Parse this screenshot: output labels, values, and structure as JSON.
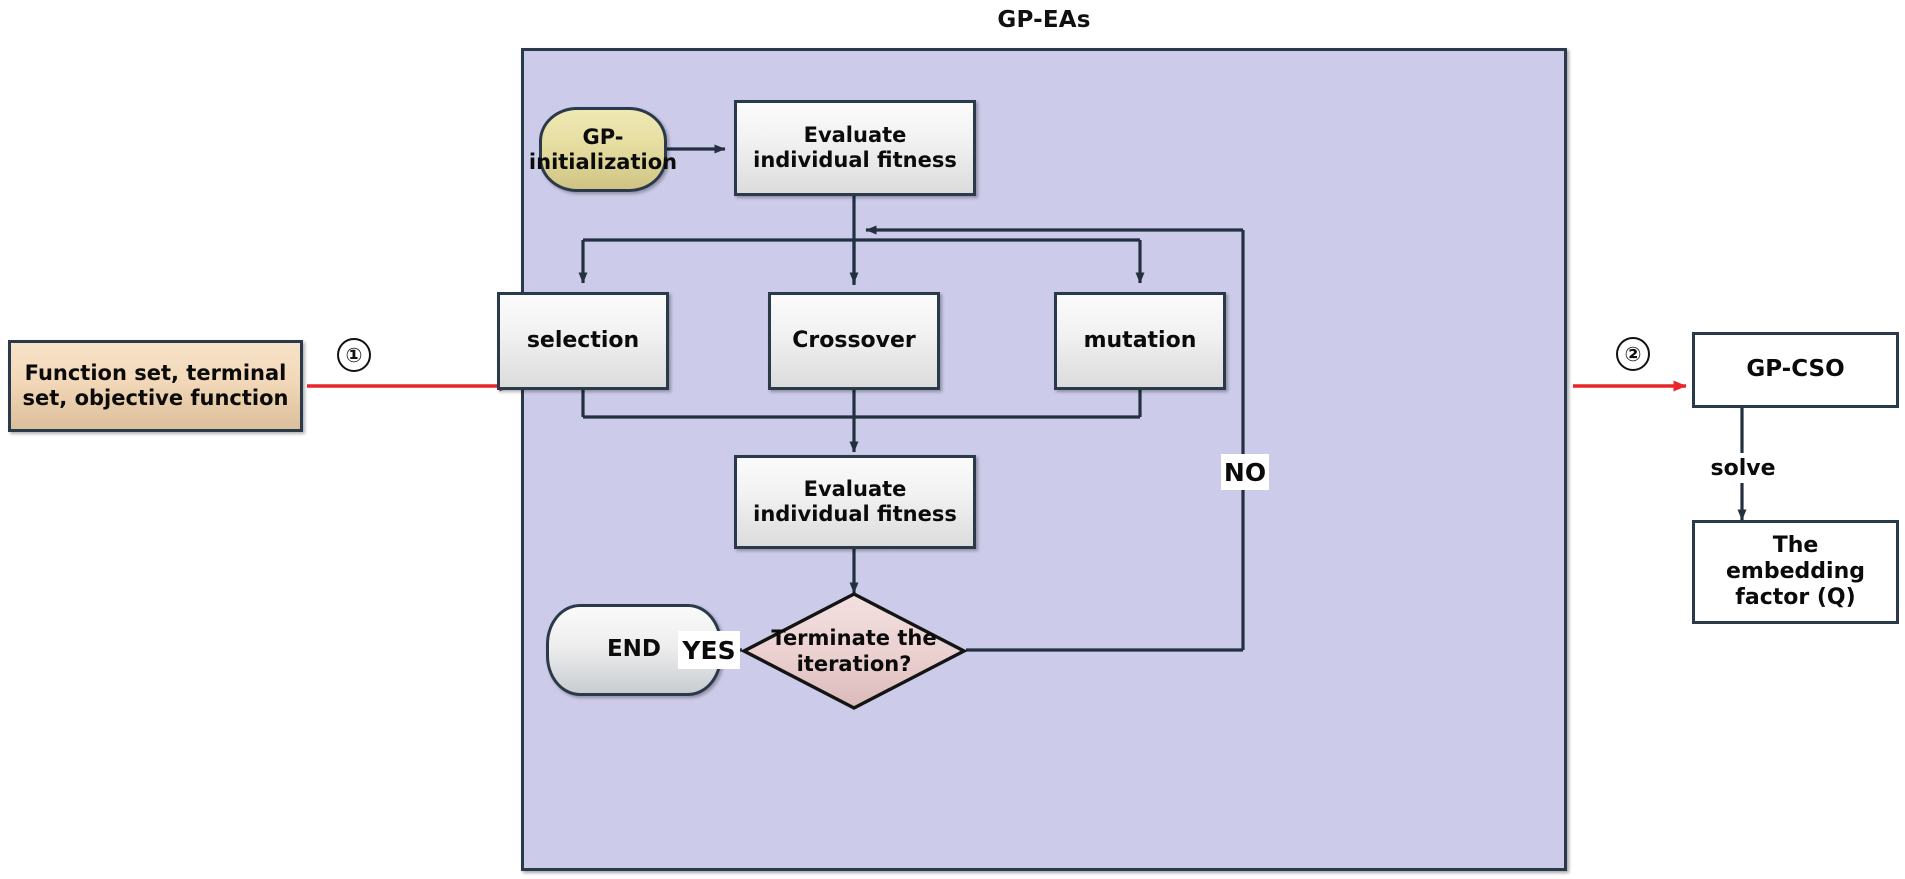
{
  "diagram": {
    "title": "GP-EAs",
    "colors": {
      "panel_fill": "#ccccea",
      "panel_border": "#2b3a4a",
      "red_arrow": "#e8252a",
      "wire": "#223040",
      "terminator_yellow": "#e6dda0",
      "terminator_grey": "#eeeeee",
      "decision_pink": "#eccfcf",
      "input_tan": "#f2d8b8"
    }
  },
  "input_node": {
    "line1": "Function set, terminal",
    "line2": "set, objective function"
  },
  "steps": {
    "one": "①",
    "two": "②"
  },
  "nodes": {
    "gp_init": {
      "line1": "GP-",
      "line2": "initialization"
    },
    "evaluate_top": {
      "line1": "Evaluate",
      "line2": "individual fitness"
    },
    "selection": {
      "label": "selection"
    },
    "crossover": {
      "label": "Crossover"
    },
    "mutation": {
      "label": "mutation"
    },
    "evaluate_bottom": {
      "line1": "Evaluate",
      "line2": "individual fitness"
    },
    "decision": {
      "line1": "Terminate the",
      "line2": "iteration?"
    },
    "end": {
      "label": "END"
    }
  },
  "edge_labels": {
    "yes": "YES",
    "no": "NO",
    "solve": "solve"
  },
  "right_column": {
    "gp_cso": {
      "label": "GP-CSO"
    },
    "result": {
      "line1": "The",
      "line2": "embedding",
      "line3": "factor (Q)"
    }
  }
}
